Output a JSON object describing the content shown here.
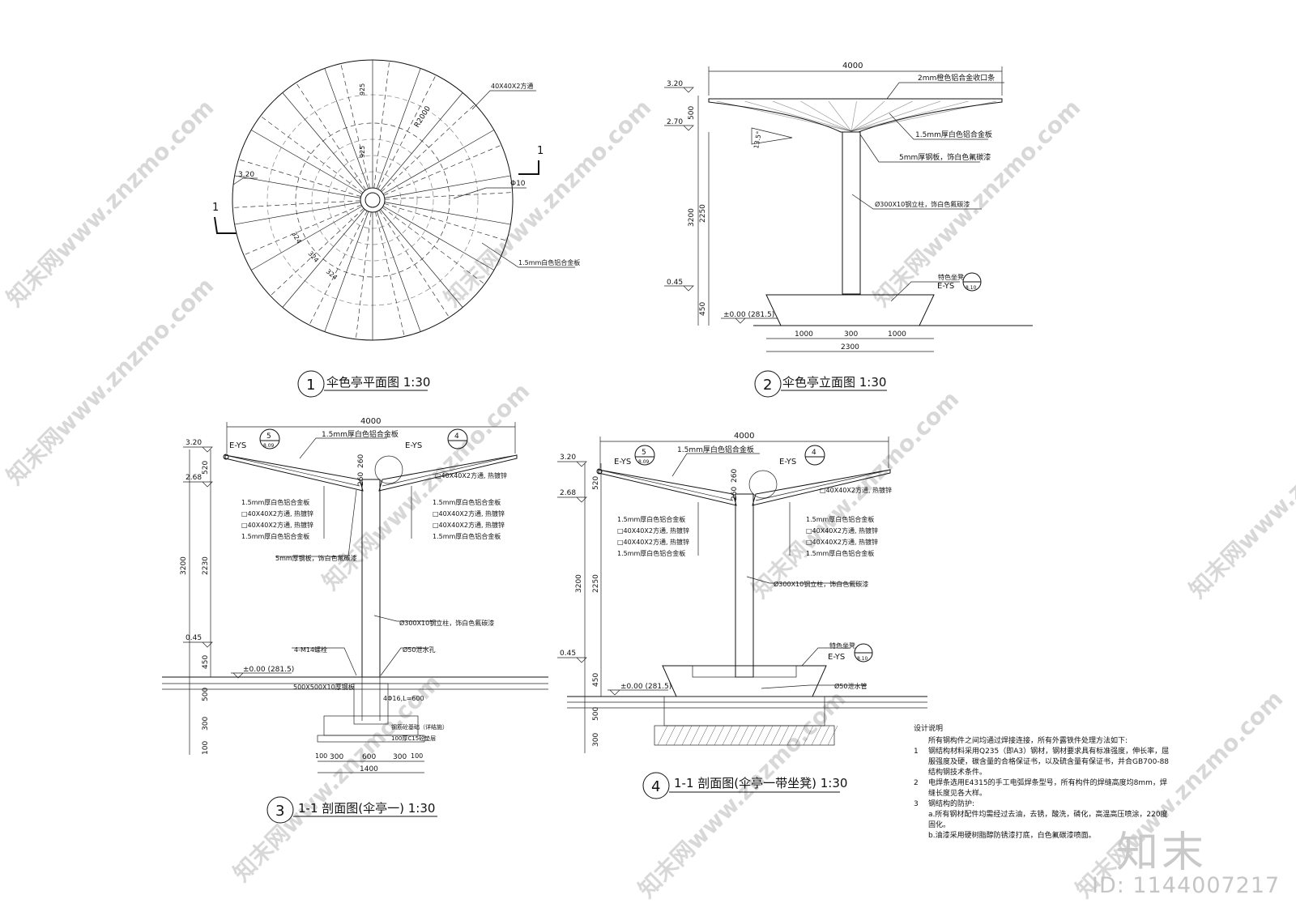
{
  "drawings": {
    "plan": {
      "number": "1",
      "title": "伞色亭平面图 1:30",
      "labels": {
        "tube": "40X40X2方通",
        "radius": "R2000",
        "rod": "Φ10",
        "elev": "3.20",
        "panel": "1.5mm白色铝合金板",
        "section_mark": "1",
        "d925a": "925",
        "d925b": "925",
        "d324a": "324",
        "d324b": "324",
        "d324c": "324"
      }
    },
    "elevation": {
      "number": "2",
      "title": "伞色亭立面图 1:30",
      "labels": {
        "width": "4000",
        "edge": "2mm橙色铝合金收口条",
        "panel": "1.5mm厚白色铝合金板",
        "plate": "5mm厚钢板，饰白色氟碳漆",
        "column": "Ø300X10钢立柱，饰白色氟碳漆",
        "seat": "特色坐凳",
        "seat_ref": "E-YS",
        "seat_sheet": "8.10",
        "e320": "3.20",
        "e270": "2.70",
        "e045": "0.45",
        "e000": "±0.00 (281.5)",
        "d500": "500",
        "d3200": "3200",
        "d2250": "2250",
        "d450": "450",
        "b1000a": "1000",
        "b300": "300",
        "b1000b": "1000",
        "b2300": "2300",
        "slope": "13.5°"
      }
    },
    "section1": {
      "number": "3",
      "title": "1-1 剖面图(伞亭一) 1:30",
      "labels": {
        "width": "4000",
        "top_panel": "1.5mm厚白色铝合金板",
        "ref5": "5",
        "ref5_sheet": "8.09",
        "ref4": "4",
        "ref_code": "E-YS",
        "ref_code2": "E-YS",
        "tube_r": "□40X40X2方通, 热镀锌",
        "l1": "1.5mm厚白色铝合金板",
        "l2": "□40X40X2方通, 热镀锌",
        "l3": "□40X40X2方通, 热镀锌",
        "l4": "1.5mm厚白色铝合金板",
        "r1": "1.5mm厚白色铝合金板",
        "r2": "□40X40X2方通, 热镀锌",
        "r3": "□40X40X2方通, 热镀锌",
        "r4": "1.5mm厚白色铝合金板",
        "plate": "5mm厚钢板，饰白色氟碳漆",
        "column": "Ø300X10钢立柱，饰白色氟碳漆",
        "bolt": "4-M14螺栓",
        "drain": "Ø50泄水孔",
        "base_plate": "500X500X10厚钢板",
        "rebar": "4Φ16,L=600",
        "footing": "钢筋砼基础（详结施）",
        "cushion": "100厚C15砼垫层",
        "e320": "3.20",
        "e268": "2.68",
        "e045": "0.45",
        "e000": "±0.00 (281.5)",
        "d520": "520",
        "d260a": "260",
        "d260b": "260",
        "d3200": "3200",
        "d2230": "2230",
        "d450": "450",
        "d500": "500",
        "d300": "300",
        "d100": "100",
        "b100a": "100",
        "b300a": "300",
        "b600": "600",
        "b300b": "300",
        "b100b": "100",
        "b1400": "1400"
      }
    },
    "section2": {
      "number": "4",
      "title": "1-1 剖面图(伞亭一带坐凳) 1:30",
      "labels": {
        "width": "4000",
        "top_panel": "1.5mm厚白色铝合金板",
        "ref5": "5",
        "ref5_sheet": "8.09",
        "ref4": "4",
        "ref_code": "E-YS",
        "ref_code2": "E-YS",
        "tube_r": "□40X40X2方通, 热镀锌",
        "l1": "1.5mm厚白色铝合金板",
        "l2": "□40X40X2方通, 热镀锌",
        "l3": "□40X40X2方通, 热镀锌",
        "l4": "1.5mm厚白色铝合金板",
        "r1": "1.5mm厚白色铝合金板",
        "r2": "□40X40X2方通, 热镀锌",
        "r3": "□40X40X2方通, 热镀锌",
        "r4": "1.5mm厚白色铝合金板",
        "column": "Ø300X10钢立柱，饰白色氟碳漆",
        "seat": "特色坐凳",
        "seat_ref": "E-YS",
        "seat_sheet": "8.10",
        "drain": "Ø50泄水管",
        "e320": "3.20",
        "e268": "2.68",
        "e045": "0.45",
        "e000": "±0.00 (281.5)",
        "d520": "520",
        "d260a": "260",
        "d260b": "260",
        "d3200": "3200",
        "d2250": "2250",
        "d450": "450",
        "d500": "500",
        "d300": "300"
      }
    }
  },
  "notes": {
    "heading": "设计说明",
    "intro": "所有钢构件之间均通过焊接连接，所有外露铁件处理方法如下:",
    "items": [
      {
        "n": "1",
        "text": "钢结构材料采用Q235（即A3）钢材，钢材要求具有标准强度，伸长率，屈服强度及硬，碳含量的合格保证书，以及硫含量有保证书，并合GB700-88结构钢技术条件。"
      },
      {
        "n": "2",
        "text": "电焊条选用E4315的手工电弧焊条型号，所有构件的焊缝高度均8mm，焊缝长度见各大样。"
      },
      {
        "n": "3",
        "text": "钢结构的防护:"
      },
      {
        "n": "",
        "text": "a.所有钢材配件均需经过去油，去锈，酸洗，磷化，高温高压喷涂，220度固化。"
      },
      {
        "n": "",
        "text": "b.油漆采用硬树脂醇防锈漆打底，白色氟碳漆喷面。"
      }
    ]
  },
  "watermark": "知末网www.znzmo.com",
  "brand": "知末",
  "id_label": "ID: 1144007217"
}
